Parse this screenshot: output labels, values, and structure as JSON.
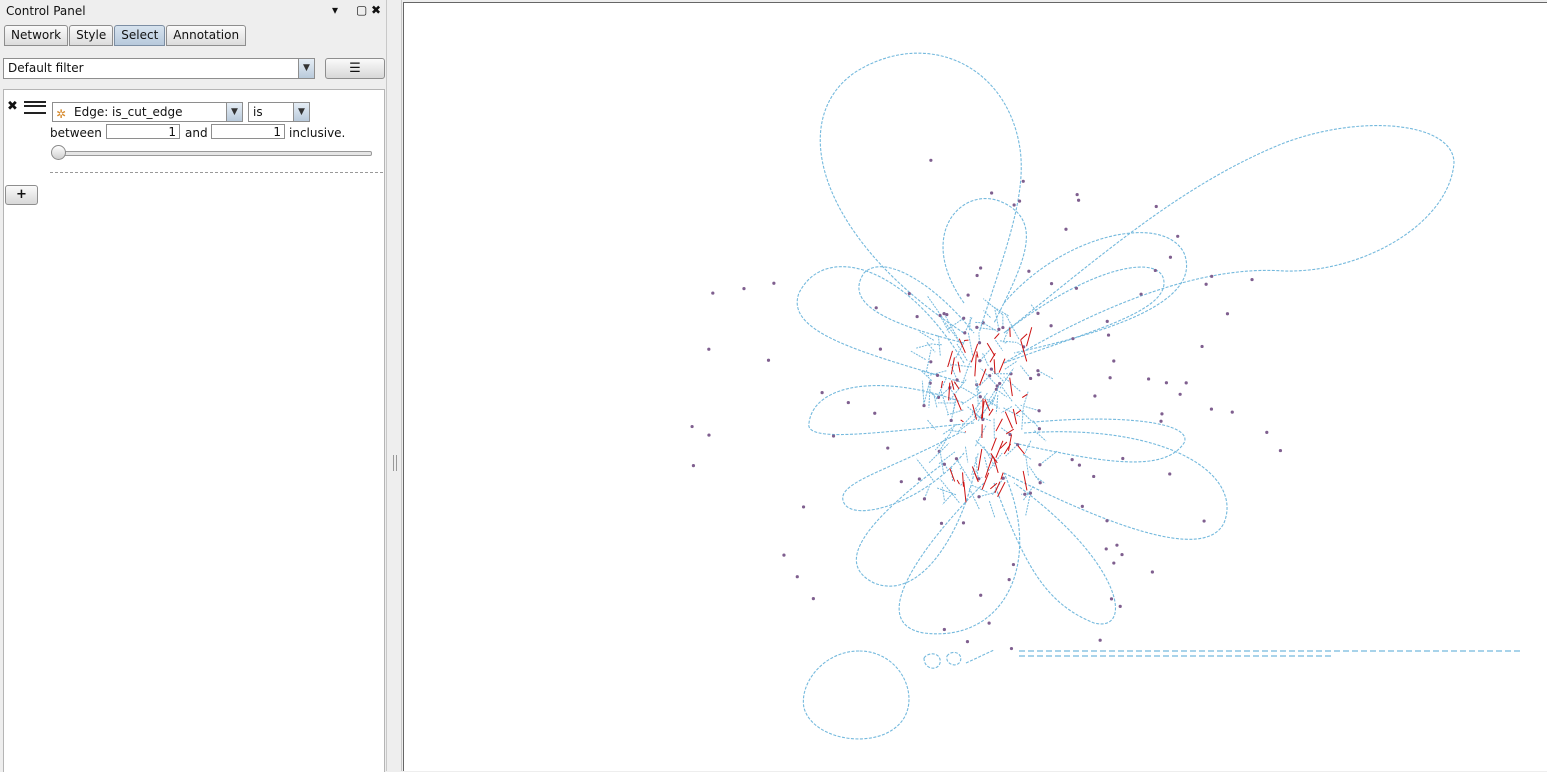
{
  "panel": {
    "title": "Control Panel",
    "icons": {
      "collapse": "triangle-down-icon",
      "float": "float-window-icon",
      "close": "close-icon"
    },
    "tabs": [
      {
        "label": "Network",
        "active": false
      },
      {
        "label": "Style",
        "active": false
      },
      {
        "label": "Select",
        "active": true
      },
      {
        "label": "Annotation",
        "active": false
      }
    ]
  },
  "filter": {
    "selected": "Default filter",
    "menu_icon": "hamburger-menu-icon"
  },
  "condition": {
    "column": "Edge: is_cut_edge",
    "operator": "is",
    "between_label": "between",
    "and_label": "and",
    "inclusive_label": "inclusive.",
    "min": "1",
    "max": "1",
    "slider_fraction": 0.0
  },
  "add_button_label": "+",
  "network_colors": {
    "edge": "#74b9dd",
    "cut_edge": "#cc1111",
    "node": "#7f5f8f"
  }
}
